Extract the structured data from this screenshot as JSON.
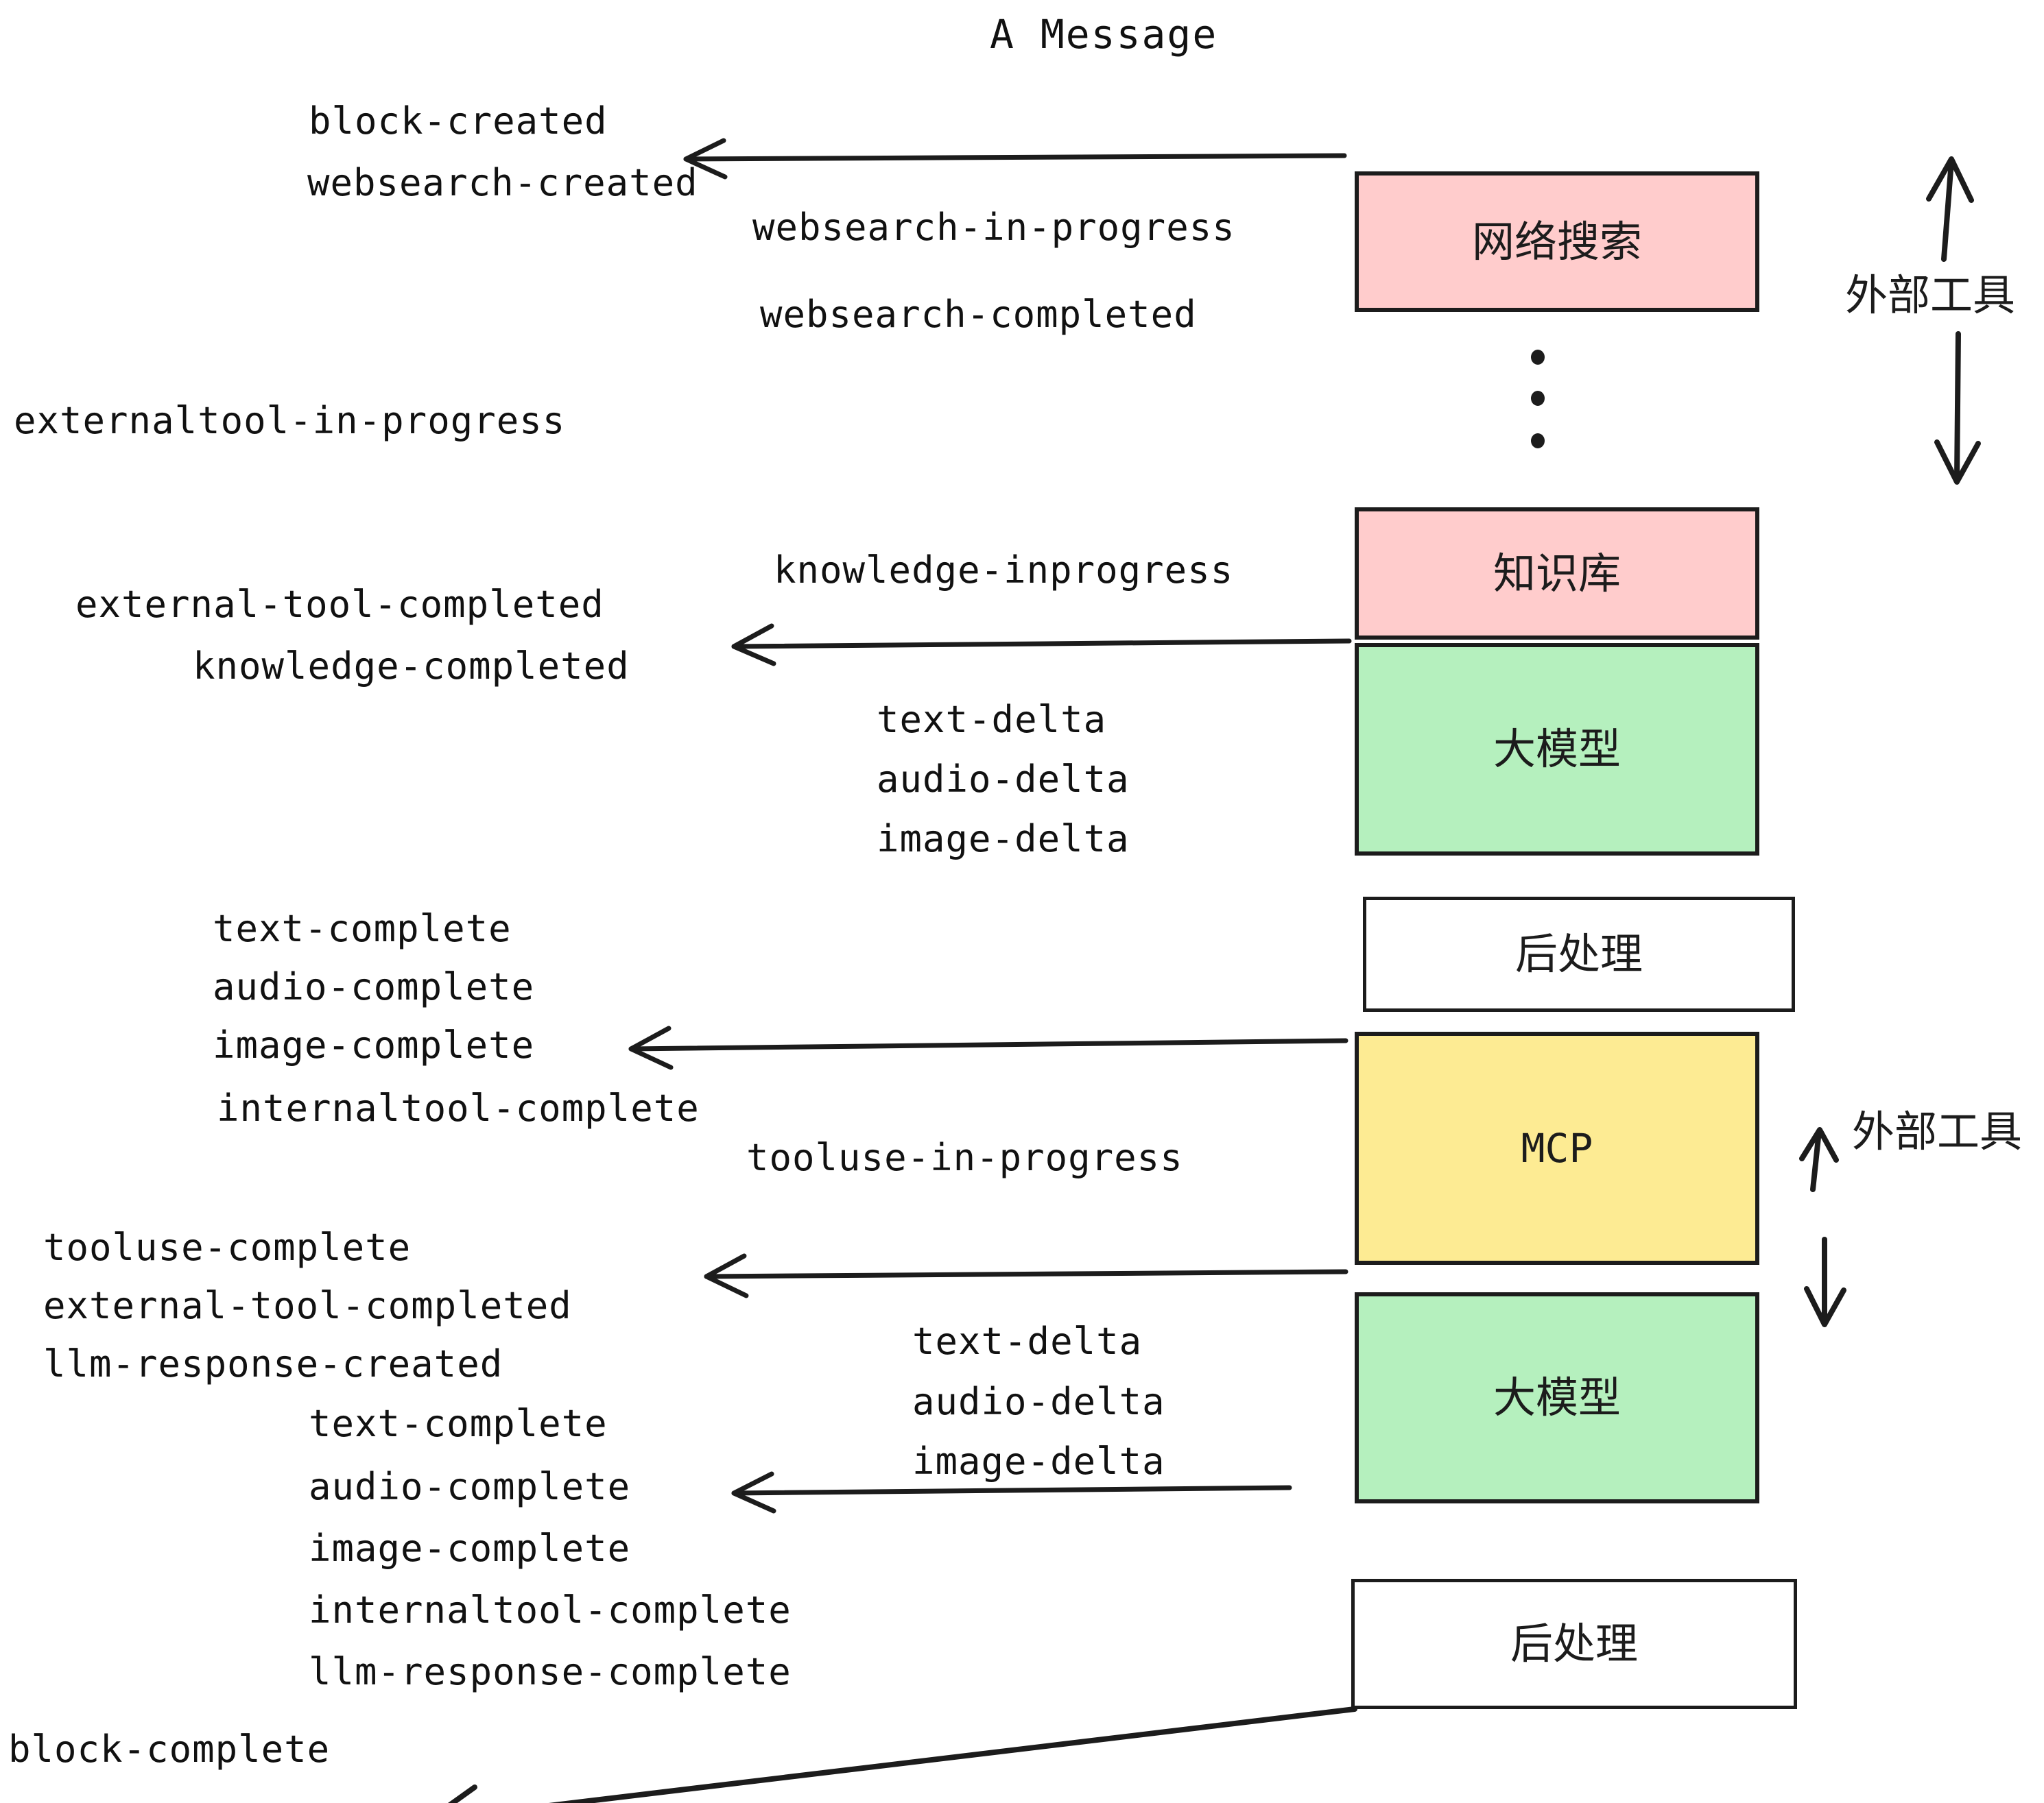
{
  "title": "A Message",
  "colors": {
    "pink": "#FFCCCC",
    "green": "#B5F0BE",
    "yellow": "#FDEB93",
    "white": "#FFFFFF",
    "stroke": "#1C1C1C",
    "background": "#FFFFFF"
  },
  "boxes": [
    {
      "id": "websearch",
      "label": "网络搜索",
      "fill": "#FFCCCC"
    },
    {
      "id": "knowledge",
      "label": "知识库",
      "fill": "#FFCCCC"
    },
    {
      "id": "llm-top",
      "label": "大模型",
      "fill": "#B5F0BE"
    },
    {
      "id": "post-top",
      "label": "后处理",
      "fill": "#FFFFFF"
    },
    {
      "id": "mcp",
      "label": "MCP",
      "fill": "#FDEB93"
    },
    {
      "id": "llm-bottom",
      "label": "大模型",
      "fill": "#B5F0BE"
    },
    {
      "id": "post-bottom",
      "label": "后处理",
      "fill": "#FFFFFF"
    }
  ],
  "side_labels": [
    {
      "id": "external-tool-upper",
      "label": "外部工具"
    },
    {
      "id": "external-tool-lower",
      "label": "外部工具"
    }
  ],
  "events": [
    {
      "id": "block-created",
      "text": "block-created"
    },
    {
      "id": "websearch-created",
      "text": "websearch-created"
    },
    {
      "id": "websearch-in-progress",
      "text": "websearch-in-progress"
    },
    {
      "id": "websearch-completed",
      "text": "websearch-completed"
    },
    {
      "id": "externaltool-in-progress",
      "text": "externaltool-in-progress"
    },
    {
      "id": "knowledge-inprogress",
      "text": "knowledge-inprogress"
    },
    {
      "id": "external-tool-completed-1",
      "text": "external-tool-completed"
    },
    {
      "id": "knowledge-completed",
      "text": "knowledge-completed"
    },
    {
      "id": "text-delta-1",
      "text": "text-delta"
    },
    {
      "id": "audio-delta-1",
      "text": "audio-delta"
    },
    {
      "id": "image-delta-1",
      "text": "image-delta"
    },
    {
      "id": "text-complete-1",
      "text": "text-complete"
    },
    {
      "id": "audio-complete-1",
      "text": "audio-complete"
    },
    {
      "id": "image-complete-1",
      "text": "image-complete"
    },
    {
      "id": "internaltool-complete-1",
      "text": "internaltool-complete"
    },
    {
      "id": "tooluse-in-progress",
      "text": "tooluse-in-progress"
    },
    {
      "id": "tooluse-complete",
      "text": "tooluse-complete"
    },
    {
      "id": "external-tool-completed-2",
      "text": "external-tool-completed"
    },
    {
      "id": "llm-response-created",
      "text": "llm-response-created"
    },
    {
      "id": "text-delta-2",
      "text": "text-delta"
    },
    {
      "id": "audio-delta-2",
      "text": "audio-delta"
    },
    {
      "id": "image-delta-2",
      "text": "image-delta"
    },
    {
      "id": "text-complete-2",
      "text": "text-complete"
    },
    {
      "id": "audio-complete-2",
      "text": "audio-complete"
    },
    {
      "id": "image-complete-2",
      "text": "image-complete"
    },
    {
      "id": "internaltool-complete-2",
      "text": "internaltool-complete"
    },
    {
      "id": "llm-response-complete",
      "text": "llm-response-complete"
    },
    {
      "id": "block-complete",
      "text": "block-complete"
    }
  ]
}
